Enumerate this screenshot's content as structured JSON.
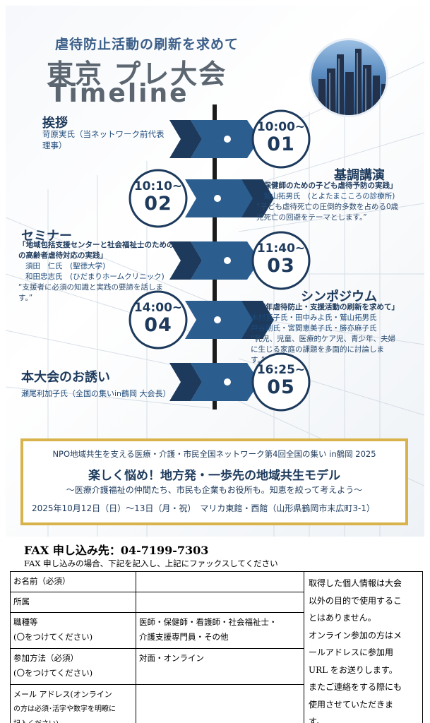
{
  "poster": {
    "subtitle": "虐待防止活動の刷新を求めて",
    "title": "東京 プレ大会",
    "timeline_word": "Timeline",
    "colors": {
      "navy": "#1d3a5c",
      "accent": "#2b5d8f",
      "gold": "#d8b24a"
    }
  },
  "timeline": [
    {
      "time": "10:00~",
      "num": "01"
    },
    {
      "time": "10:10~",
      "num": "02"
    },
    {
      "time": "11:40~",
      "num": "03"
    },
    {
      "time": "14:00~",
      "num": "04"
    },
    {
      "time": "16:25~",
      "num": "05"
    }
  ],
  "sections": {
    "greeting": {
      "title": "挨拶",
      "line1": "苛原実氏（当ネットワーク前代表",
      "line2": "理事）"
    },
    "keynote": {
      "title": "基調講演",
      "bold": "「保健師のための子ども虐待予防の実践」",
      "speaker": "鷲山拓男氏　(とよたまこころの診療所)",
      "q1": "“子ども虐待死亡の圧倒的多数を占める0歳",
      "q2": "児死亡の回避をテーマとします。”"
    },
    "seminar": {
      "title": "セミナー",
      "bold1": "「地域包括支援センターと社会福祉士のための",
      "bold2": "の高齢者虐待対応の実践」",
      "s1": "須田　仁氏　(聖徳大学)",
      "s2": "和田忠志氏　(ひだまりホームクリニック)",
      "q1": "“支援者に必須の知識と実践の要諦を話しま",
      "q2": "す。”"
    },
    "symposium": {
      "title": "シンポジウム",
      "bold": "「若年虐待防止・支援活動の刷新を求めて」",
      "s1": "木村直子氏・田中みよ氏・鷲山拓男氏",
      "s2": "戸谷剛氏・宮間恵美子氏・勝亦麻子氏",
      "q1": "“乳児、児童、医療的ケア児、青少年、夫婦",
      "q2": "に生じる家庭の課題を多面的に討論しま",
      "q3": "す。”"
    },
    "invite": {
      "title": "本大会のお誘い",
      "line1": "瀬尾利加子氏（全国の集いin鶴岡 大会長）"
    }
  },
  "info": {
    "line1": "NPO地域共生を支える医療・介護・市民全国ネットワーク第4回全国の集い in鶴岡 2025",
    "line2": "楽しく悩め！地方発・一歩先の地域共生モデル",
    "line3": "～医療介護福祉の仲間たち、市民も企業もお役所も。知恵を絞って考えよう～",
    "line4": "2025年10月12日（日）～13日（月・祝）　マリカ東館・西館（山形県鶴岡市末広町3-1）"
  },
  "fax": {
    "title": "FAX 申し込み先：04-7199-7303",
    "note": "FAX 申し込みの場合、下記を記入し、上記にファックスしてください"
  },
  "form": {
    "name_label": "お名前（必須）",
    "affiliation_label": "所属",
    "job_label1": "職種等",
    "job_label2": "(〇をつけてください)",
    "job_options1": "医師・保健師・看護師・社会福祉士・",
    "job_options2": "介護支援専門員・その他",
    "method_label1": "参加方法（必須）",
    "method_label2": "(〇をつけてください)",
    "method_options": "対面・オンライン",
    "email_label1": "メール アドレス(オンライン",
    "email_label2": "の方は必須･活字や数字を明瞭に",
    "email_label3": "記入ください)",
    "privacy1": "取得した個人情報は大会",
    "privacy2": "以外の目的で使用するこ",
    "privacy3": "とはありません。",
    "privacy4": "オンライン参加の方はメ",
    "privacy5": "ールアドレスに参加用",
    "privacy6": "URL をお送りします。",
    "privacy7": "またご連絡をする際にも",
    "privacy8": "使用させていただきま",
    "privacy9": "す。"
  }
}
